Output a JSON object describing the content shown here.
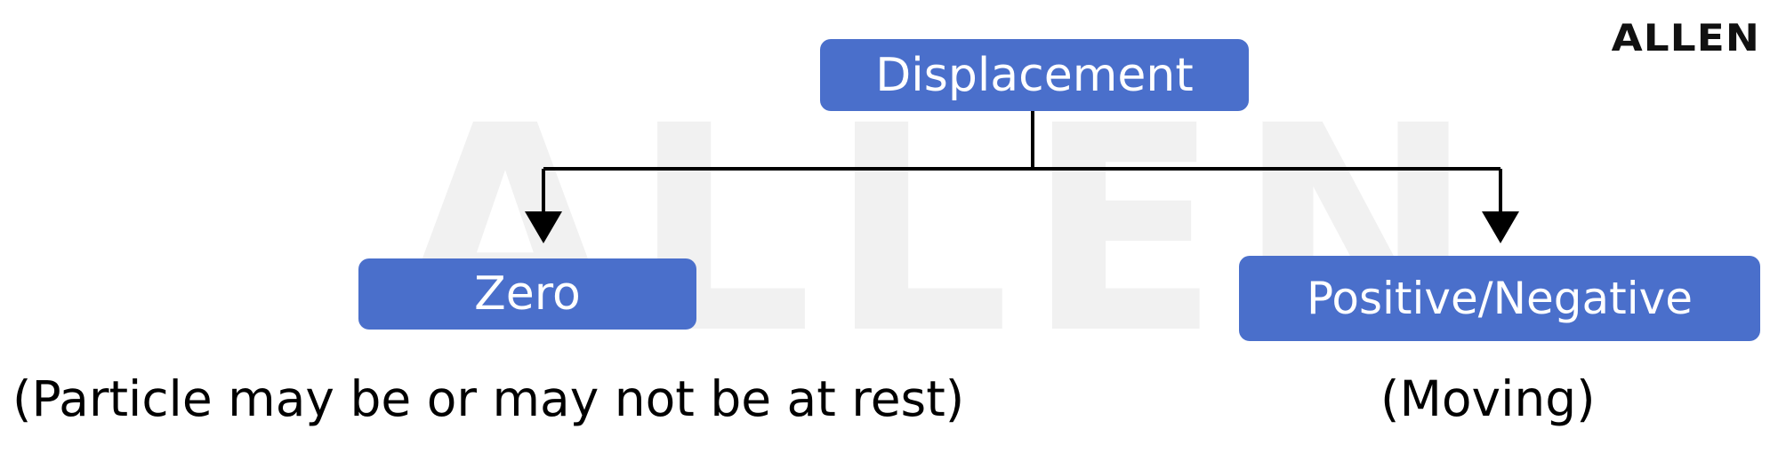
{
  "watermark": "ALLEN",
  "logo": "ALLEN",
  "colors": {
    "node_fill": "#4a6fcb",
    "node_text": "#ffffff",
    "connector": "#000000",
    "watermark": "#f1f1f1"
  },
  "diagram": {
    "root": {
      "label": "Displacement"
    },
    "children": [
      {
        "label": "Zero",
        "note": "(Particle may be or may not be at rest)"
      },
      {
        "label": "Positive/Negative",
        "note": "(Moving)"
      }
    ]
  }
}
